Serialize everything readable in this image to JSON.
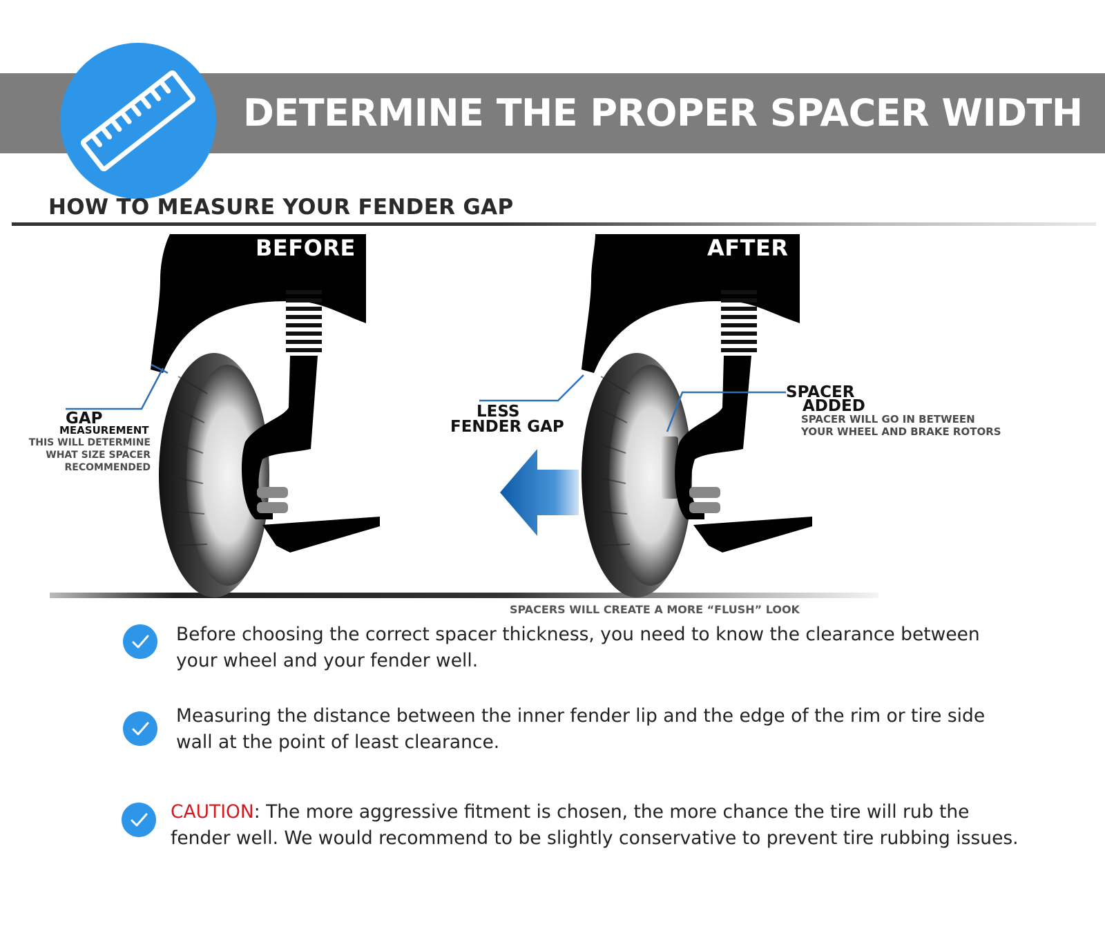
{
  "header": {
    "title": "DETERMINE THE PROPER SPACER WIDTH",
    "badge_icon": "ruler-icon",
    "accent_color": "#2e96e8",
    "banner_color": "#7d7d7d"
  },
  "section": {
    "title": "HOW TO MEASURE YOUR FENDER GAP"
  },
  "diagram": {
    "before_label": "BEFORE",
    "after_label": "AFTER",
    "gap_title_1": "GAP",
    "gap_title_2": "MEASUREMENT",
    "gap_desc_1": "THIS WILL DETERMINE",
    "gap_desc_2": "WHAT SIZE SPACER",
    "gap_desc_3": "RECOMMENDED",
    "less_gap_1": "LESS",
    "less_gap_2": "FENDER GAP",
    "spacer_title_1": "SPACER",
    "spacer_title_2": "ADDED",
    "spacer_desc_1": "SPACER WILL GO IN BETWEEN",
    "spacer_desc_2": "YOUR WHEEL AND BRAKE ROTORS",
    "caption": "SPACERS WILL CREATE A MORE “FLUSH” LOOK"
  },
  "bullets": [
    {
      "icon": "check-icon",
      "text": "Before choosing the correct spacer thickness, you need to know the clearance between your wheel and your fender well."
    },
    {
      "icon": "check-icon",
      "text": "Measuring the distance between the inner fender lip and the edge of the rim or tire side wall at the point of least clearance."
    },
    {
      "icon": "check-icon",
      "caution_label": "CAUTION",
      "text": ": The more aggressive fitment is chosen, the more chance the tire will rub the fender well.  We would recommend to be slightly conservative to prevent tire rubbing issues.",
      "caution_color": "#d11a20"
    }
  ]
}
